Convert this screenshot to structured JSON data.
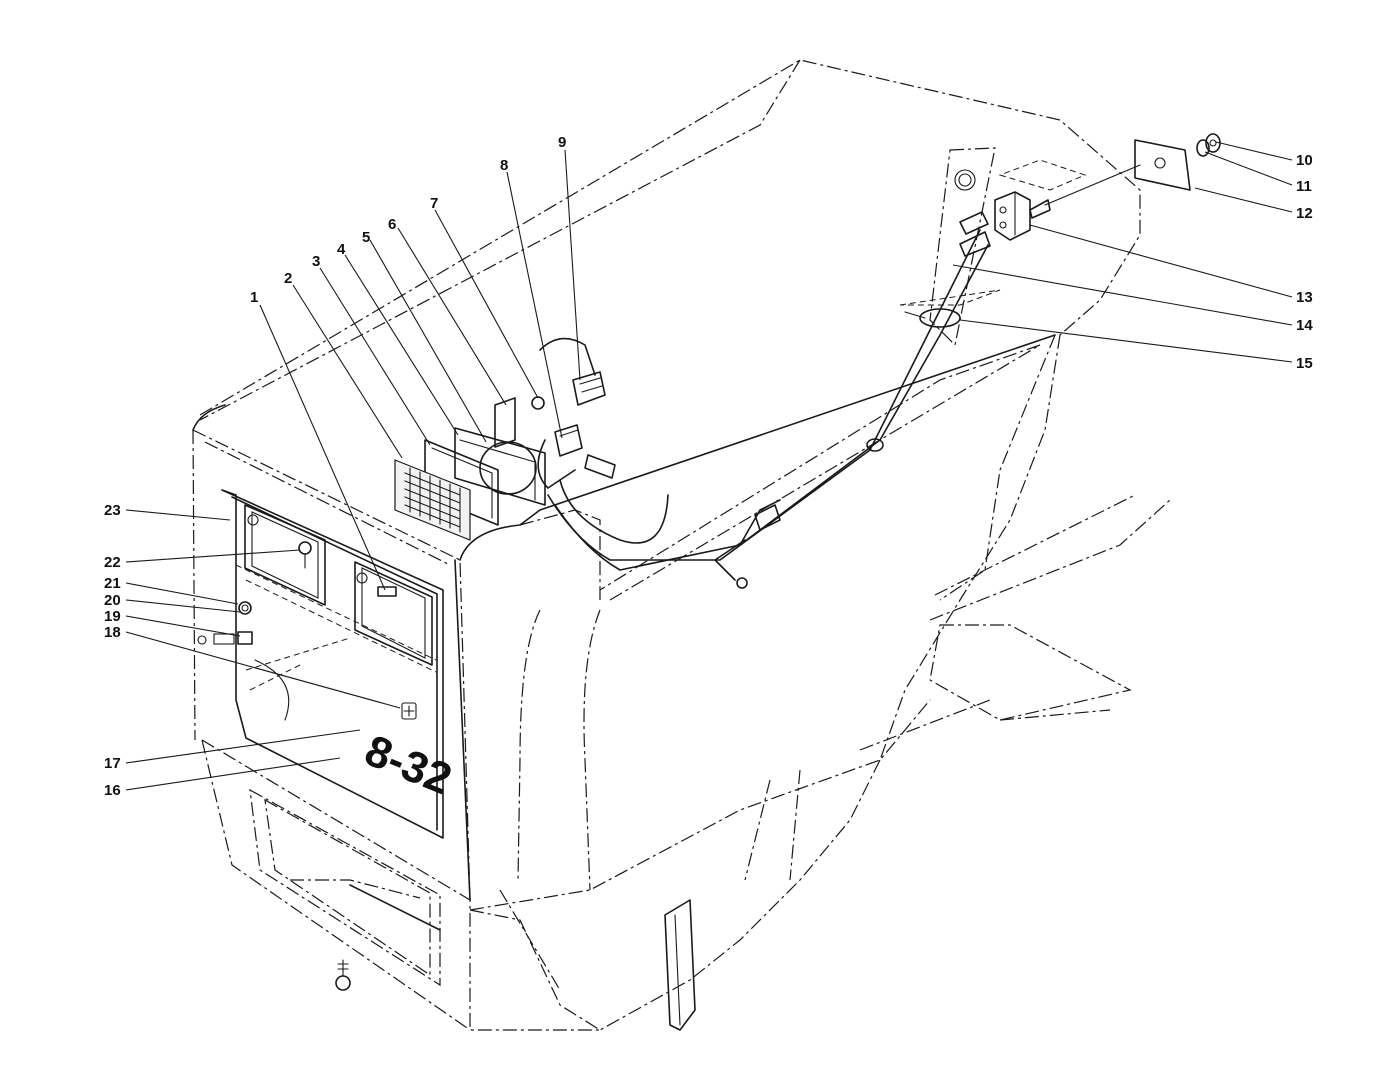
{
  "decal_text": "8-32",
  "callouts": [
    {
      "id": "c1",
      "label": "1"
    },
    {
      "id": "c2",
      "label": "2"
    },
    {
      "id": "c3",
      "label": "3"
    },
    {
      "id": "c4",
      "label": "4"
    },
    {
      "id": "c5",
      "label": "5"
    },
    {
      "id": "c6",
      "label": "6"
    },
    {
      "id": "c7",
      "label": "7"
    },
    {
      "id": "c8",
      "label": "8"
    },
    {
      "id": "c9",
      "label": "9"
    },
    {
      "id": "c10",
      "label": "10"
    },
    {
      "id": "c11",
      "label": "11"
    },
    {
      "id": "c12",
      "label": "12"
    },
    {
      "id": "c13",
      "label": "13"
    },
    {
      "id": "c14",
      "label": "14"
    },
    {
      "id": "c15",
      "label": "15"
    },
    {
      "id": "c16",
      "label": "16"
    },
    {
      "id": "c17",
      "label": "17"
    },
    {
      "id": "c18",
      "label": "18"
    },
    {
      "id": "c19",
      "label": "19"
    },
    {
      "id": "c20",
      "label": "20"
    },
    {
      "id": "c21",
      "label": "21"
    },
    {
      "id": "c22",
      "label": "22"
    },
    {
      "id": "c23",
      "label": "23"
    }
  ]
}
